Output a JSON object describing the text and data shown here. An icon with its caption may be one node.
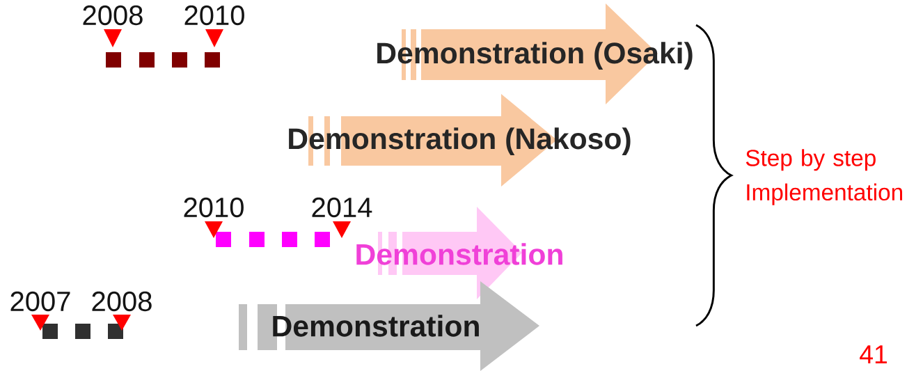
{
  "diagram": {
    "nodes": [
      {
        "text": [
          "Demonstration (Osaki)"
        ]
      },
      {
        "text": [
          "Demonstration (Nakoso)"
        ]
      },
      {
        "text": [
          "Demonstration"
        ]
      },
      {
        "text": [
          "Demonstration"
        ]
      }
    ],
    "labels": [
      "2008",
      "2010",
      "2010",
      "2014",
      "2007",
      "2008",
      "Step by step Implementation",
      "41"
    ]
  }
}
